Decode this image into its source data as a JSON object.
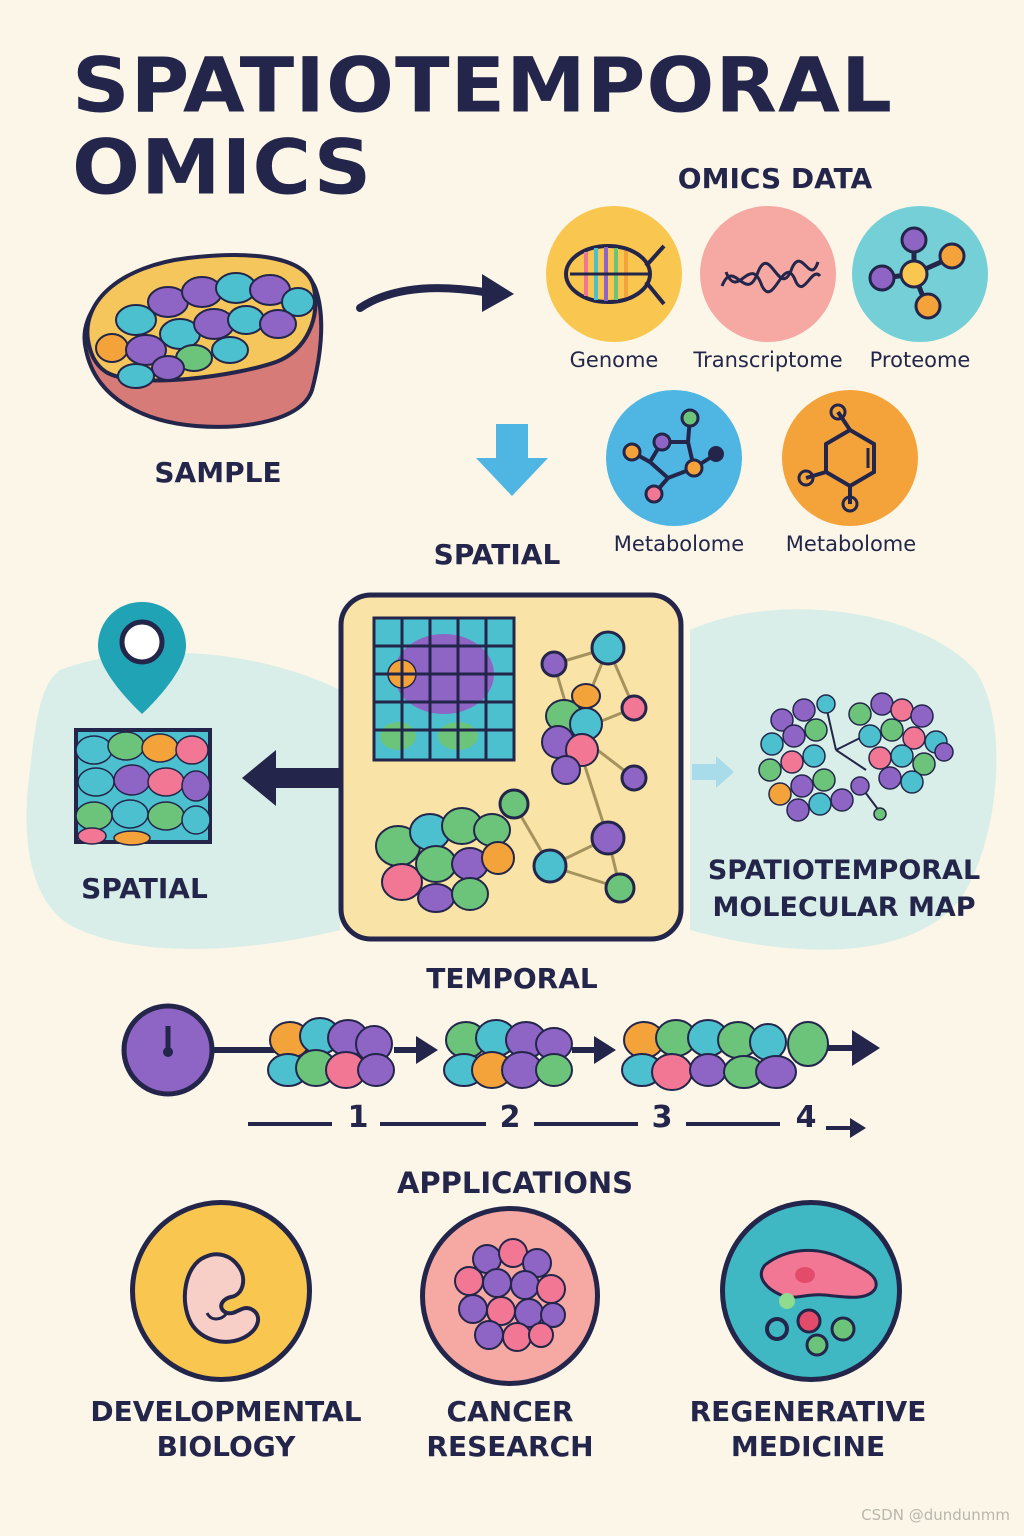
{
  "title": {
    "line1": "SPATIOTEMPORAL",
    "line2": "OMICS"
  },
  "omics_data": {
    "heading": "OMICS DATA",
    "items": [
      {
        "label": "Genome",
        "color": "#f9c74f",
        "icon": "dna-icon"
      },
      {
        "label": "Transcriptome",
        "color": "#f6a9a2",
        "icon": "rna-strand-icon"
      },
      {
        "label": "Proteome",
        "color": "#74cfd6",
        "icon": "protein-network-icon"
      },
      {
        "label": "Metabolome",
        "color": "#4fb6e3",
        "icon": "molecule-network-icon"
      },
      {
        "label": "Metabolome",
        "color": "#f4a33b",
        "icon": "chemical-ring-icon"
      }
    ]
  },
  "sample": {
    "label": "SAMPLE"
  },
  "spatial_top": {
    "label": "SPATIAL"
  },
  "spatial_left": {
    "label": "SPATIAL"
  },
  "map": {
    "label_line1": "SPATIOTEMPORAL",
    "label_line2": "MOLECULAR MAP"
  },
  "temporal": {
    "label": "TEMPORAL",
    "steps": [
      "1",
      "2",
      "3",
      "4"
    ]
  },
  "applications": {
    "heading": "APPLICATIONS",
    "items": [
      {
        "line1": "DEVELOPMENTAL",
        "line2": "BIOLOGY",
        "color": "#f9c74f",
        "icon": "embryo-icon"
      },
      {
        "line1": "CANCER",
        "line2": "RESEARCH",
        "color": "#f6a9a2",
        "icon": "tumor-cells-icon"
      },
      {
        "line1": "REGENERATIVE",
        "line2": "MEDICINE",
        "color": "#3fb8c4",
        "icon": "tissue-repair-icon"
      }
    ]
  },
  "colors": {
    "navy": "#23264a",
    "background": "#fbf6e8",
    "panel": "#fae3a6",
    "purple": "#8e64c4",
    "teal": "#4cc0cf",
    "green": "#6cc47a",
    "pink": "#f27795",
    "orange": "#f4a33b"
  },
  "watermark": "CSDN @dundunmm"
}
